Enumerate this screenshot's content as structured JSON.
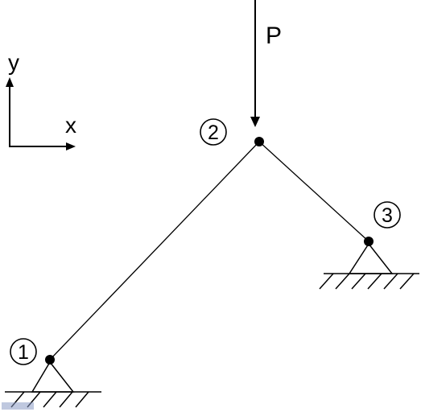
{
  "diagram": {
    "load_label": "P",
    "axis_x_label": "x",
    "axis_y_label": "y",
    "nodes": [
      {
        "id": "1",
        "label": "1"
      },
      {
        "id": "2",
        "label": "2"
      },
      {
        "id": "3",
        "label": "3"
      }
    ],
    "colors": {
      "ink": "#000000",
      "background": "#ffffff",
      "watermark": "#8a9bc4"
    }
  }
}
